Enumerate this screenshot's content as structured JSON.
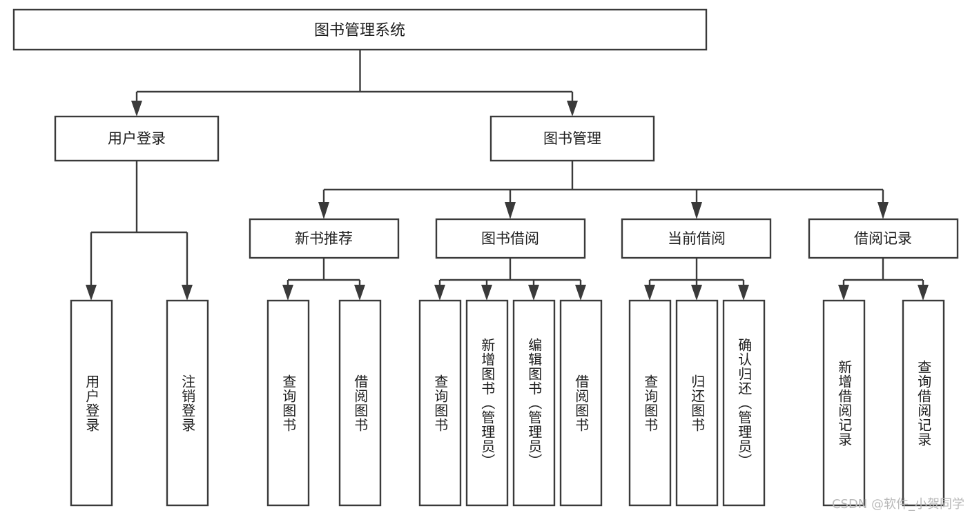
{
  "diagram": {
    "title": "图书管理系统",
    "type": "tree-hierarchy-chart",
    "orientation": "top-down",
    "colors": {
      "box_fill": "#ffffff",
      "box_stroke": "#3a3a3a",
      "connector": "#3a3a3a",
      "text": "#1d1d1d",
      "background": "#ffffff",
      "watermark": "#b9b9b9"
    },
    "root": {
      "label": "图书管理系统"
    },
    "level2": [
      {
        "label": "用户登录"
      },
      {
        "label": "图书管理"
      }
    ],
    "level3": [
      {
        "label": "新书推荐"
      },
      {
        "label": "图书借阅"
      },
      {
        "label": "当前借阅"
      },
      {
        "label": "借阅记录"
      }
    ],
    "leaves": {
      "user_login": [
        {
          "label": "用户登录"
        },
        {
          "label": "注销登录"
        }
      ],
      "new_book_recommend": [
        {
          "label": "查询图书"
        },
        {
          "label": "借阅图书"
        }
      ],
      "book_borrow": [
        {
          "label": "查询图书"
        },
        {
          "label": "新增图书（管理员）"
        },
        {
          "label": "编辑图书（管理员）"
        },
        {
          "label": "借阅图书"
        }
      ],
      "current_borrow": [
        {
          "label": "查询图书"
        },
        {
          "label": "归还图书"
        },
        {
          "label": "确认归还（管理员）"
        }
      ],
      "borrow_record": [
        {
          "label": "新增借阅记录"
        },
        {
          "label": "查询借阅记录"
        }
      ]
    }
  },
  "watermark": {
    "text": "CSDN @软件_小贺同学"
  }
}
